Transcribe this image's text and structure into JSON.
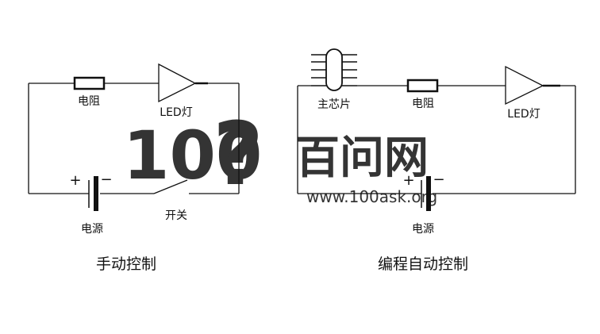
{
  "left_circuit": {
    "resistor_label": "电阻",
    "led_label": "LED灯",
    "battery_label": "电源",
    "switch_label": "开关",
    "plus_sign": "+",
    "minus_sign": "−",
    "caption": "手动控制"
  },
  "right_circuit": {
    "chip_label": "主芯片",
    "resistor_label": "电阻",
    "led_label": "LED灯",
    "battery_label": "电源",
    "plus_sign": "+",
    "minus_sign": "−",
    "caption": "编程自动控制"
  },
  "watermark": {
    "logo_number": "100",
    "logo_question": "?",
    "site_name": "百问网",
    "site_url": "www.100ask.org",
    "color": "#b9dc9a"
  }
}
